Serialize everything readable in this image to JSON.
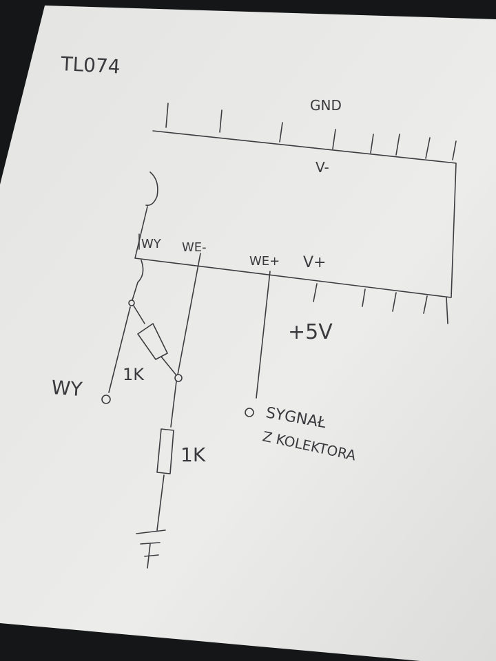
{
  "title": "TL074",
  "pins": {
    "gnd": "GND",
    "v_minus": "V-",
    "wy": "WY",
    "we_minus": "WE-",
    "we_plus": "WE+",
    "v_plus": "V+",
    "supply": "+5V"
  },
  "components": {
    "feedback_resistor": "1K",
    "ground_resistor": "1K"
  },
  "terminals": {
    "output": "WY",
    "signal_line1": "SYGNAŁ",
    "signal_line2": "Z KOLEKTORA"
  }
}
